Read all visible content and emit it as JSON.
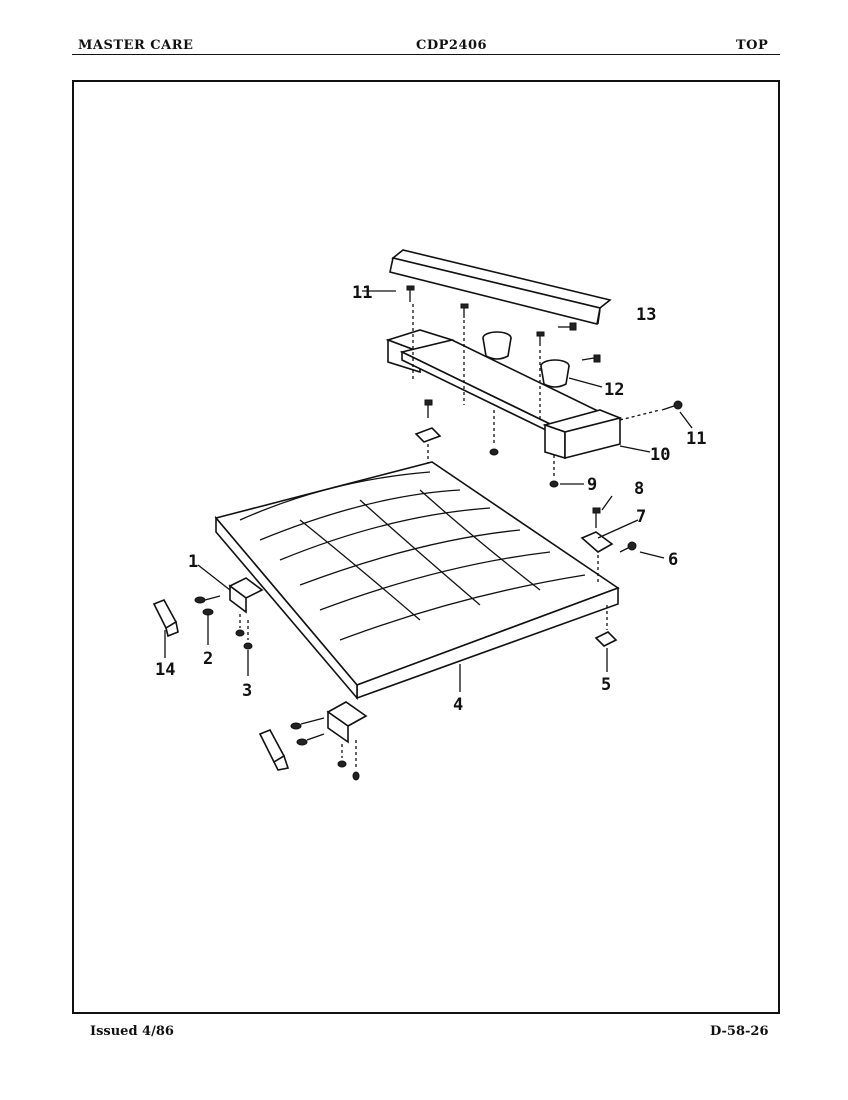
{
  "header": {
    "left": "MASTER CARE",
    "center": "CDP2406",
    "right": "TOP"
  },
  "footer": {
    "left": "Issued 4/86",
    "right": "D-58-26"
  },
  "callouts": {
    "c1": "1",
    "c2": "2",
    "c3": "3",
    "c4": "4",
    "c5": "5",
    "c6": "6",
    "c7": "7",
    "c8": "8",
    "c9": "9",
    "c10": "10",
    "c11a": "11",
    "c11b": "11",
    "c12": "12",
    "c13": "13",
    "c14": "14"
  }
}
